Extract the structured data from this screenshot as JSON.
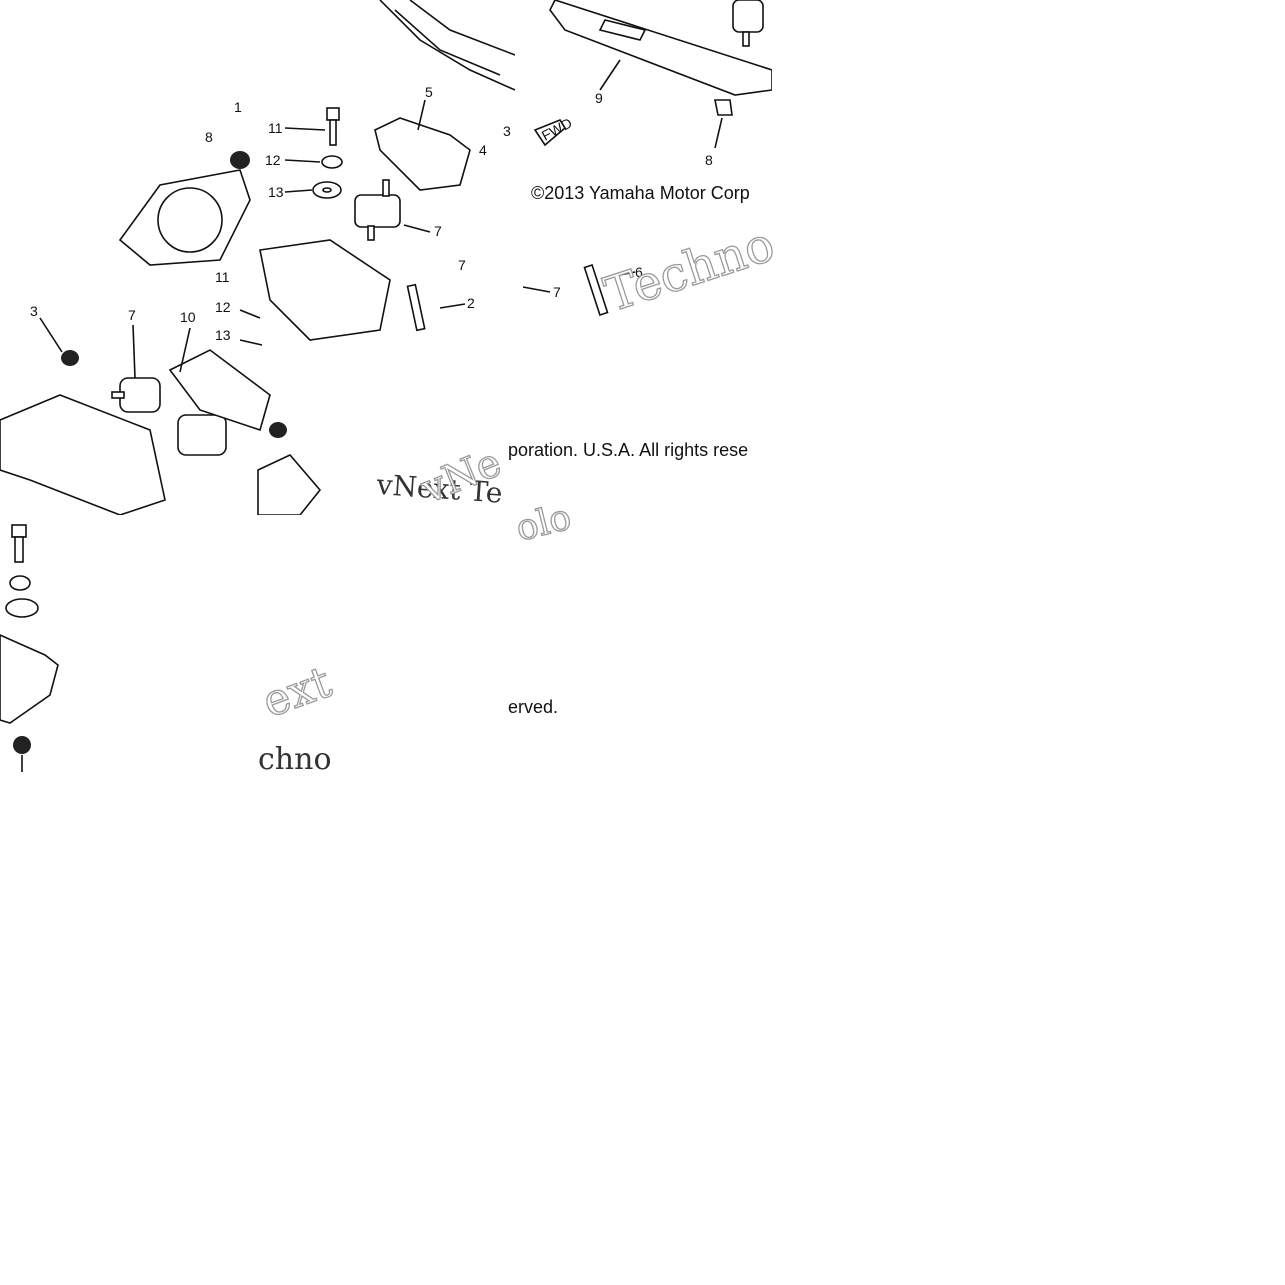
{
  "diagram": {
    "callouts": [
      "1",
      "2",
      "3",
      "4",
      "5",
      "6",
      "7",
      "8",
      "9",
      "10",
      "11",
      "12",
      "13"
    ],
    "fwd_arrow_label": "FWD"
  },
  "copyright": {
    "line_start": "©2013 Yamaha Motor Corp",
    "line_middle": "poration. U.S.A. All rights rese",
    "line_end": "erved."
  },
  "watermark": {
    "text_a": "Techno",
    "text_b": "vNext Te",
    "text_c": "vNe",
    "text_d": "ext",
    "text_e": "chno",
    "text_f": "olo"
  }
}
